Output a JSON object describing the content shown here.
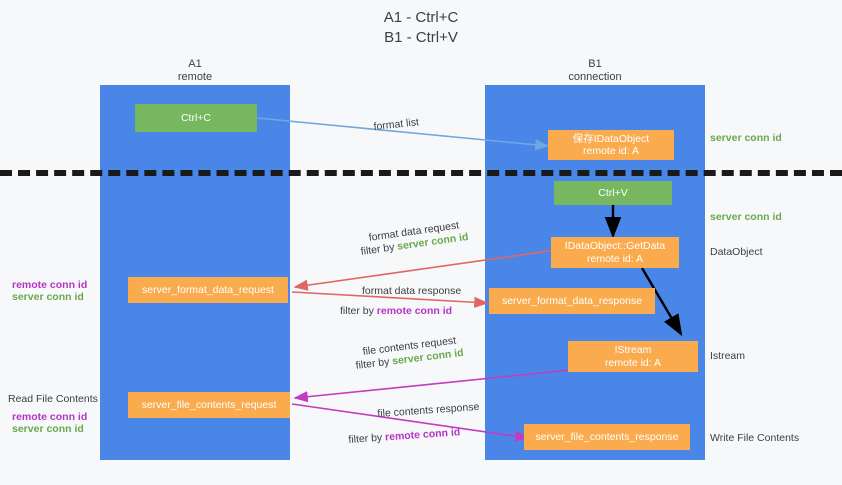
{
  "title": {
    "line1": "A1 - Ctrl+C",
    "line2": "B1 - Ctrl+V"
  },
  "lanes": [
    {
      "id": "a1",
      "name": "A1",
      "sub": "remote",
      "color": "#4a86e8"
    },
    {
      "id": "b1",
      "name": "B1",
      "sub": "connection",
      "color": "#4a86e8"
    }
  ],
  "colors": {
    "lane": "#4a86e8",
    "green_box": "#76b75f",
    "orange_box": "#f9ab4e",
    "server_conn_id": "#6aa84f",
    "remote_conn_id": "#b434c6",
    "blue_arrow": "#6fa8dc",
    "red_arrow": "#e06666",
    "magenta_arrow": "#c13cc1",
    "black_arrow": "#000000",
    "divider": "#1a1a1a"
  },
  "boxes": {
    "ctrl_c": {
      "label": "Ctrl+C"
    },
    "ctrl_v": {
      "label": "Ctrl+V"
    },
    "idataobject": {
      "line1": "保存IDataObject",
      "line2": "remote id: A"
    },
    "getdata": {
      "line1": "IDataObject::GetData",
      "line2": "remote id: A"
    },
    "istream": {
      "line1": "IStream",
      "line2": "remote id: A"
    },
    "server_format_data_request": {
      "label": "server_format_data_request"
    },
    "server_format_data_response": {
      "label": "server_format_data_response"
    },
    "server_file_contents_request": {
      "label": "server_file_contents_request"
    },
    "server_file_contents_response": {
      "label": "server_file_contents_response"
    }
  },
  "side_labels": {
    "server_conn_id_top": "server conn id",
    "server_conn_id_mid": "server conn id",
    "dataobject": "DataObject",
    "istream": "Istream",
    "write_file_contents": "Write File Contents",
    "read_file_contents": "Read File Contents",
    "left_remote_conn_id_1": "remote conn id",
    "left_server_conn_id_1": "server conn id",
    "left_remote_conn_id_2": "remote conn id",
    "left_server_conn_id_2": "server conn id"
  },
  "arrow_labels": {
    "format_list": "format list",
    "format_data_request": "format data request",
    "format_data_request_filter_prefix": "filter by ",
    "format_data_request_filter_value": "server conn id",
    "format_data_response": "format data response",
    "format_data_response_filter_prefix": "filter by ",
    "format_data_response_filter_value": "remote conn id",
    "file_contents_request": "file contents request",
    "file_contents_request_filter_prefix": "filter by ",
    "file_contents_request_filter_value": "server conn id",
    "file_contents_response": "file contents response",
    "file_contents_response_filter_prefix": "filter by ",
    "file_contents_response_filter_value": "remote conn id"
  }
}
